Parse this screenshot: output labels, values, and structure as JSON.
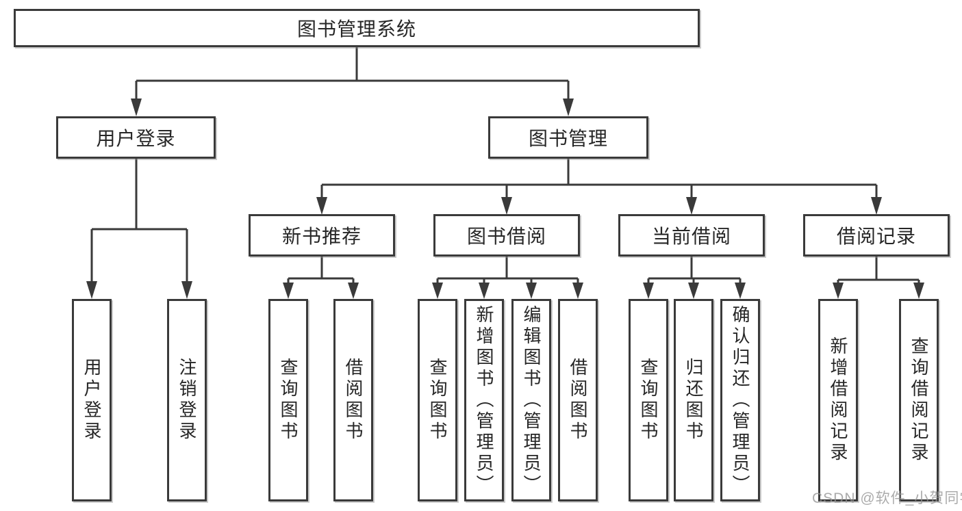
{
  "tree": {
    "root_label": "图书管理系统",
    "branches": [
      {
        "label": "用户登录",
        "children": [
          "用户登录",
          "注销登录"
        ]
      },
      {
        "label": "图书管理",
        "children": [
          {
            "label": "新书推荐",
            "children": [
              "查询图书",
              "借阅图书"
            ]
          },
          {
            "label": "图书借阅",
            "children": [
              "查询图书",
              "新增图书（管理员）",
              "编辑图书（管理员）",
              "借阅图书"
            ]
          },
          {
            "label": "当前借阅",
            "children": [
              "查询图书",
              "归还图书",
              "确认归还（管理员）"
            ]
          },
          {
            "label": "借阅记录",
            "children": [
              "新增借阅记录",
              "查询借阅记录"
            ]
          }
        ]
      }
    ]
  },
  "colors": {
    "line": "#3a3a3a",
    "text": "#262626",
    "watermark": "#969696"
  },
  "watermark": "CSDN @软件_小贺同学"
}
